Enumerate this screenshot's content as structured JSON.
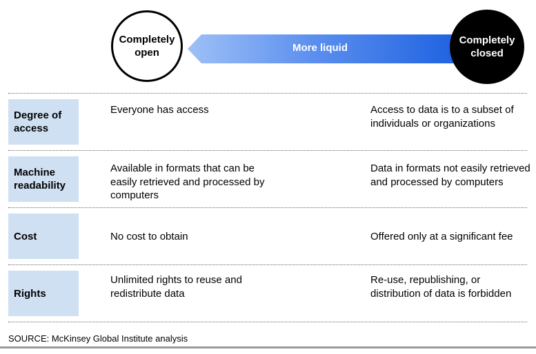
{
  "scale": {
    "left_label": "Completely open",
    "right_label": "Completely closed",
    "arrow_label": "More liquid",
    "arrow_color_start": "#7da9f5",
    "arrow_color_end": "#1f63e0"
  },
  "rows": [
    {
      "label": "Degree of access",
      "open": "Everyone has access",
      "closed": "Access to data is to a subset of individuals or organizations"
    },
    {
      "label": "Machine readability",
      "open": "Available in formats that can be easily retrieved and processed by computers",
      "closed": "Data in formats not easily retrieved and processed by computers"
    },
    {
      "label": "Cost",
      "open": "No cost to obtain",
      "closed": "Offered only at a significant fee"
    },
    {
      "label": "Rights",
      "open": "Unlimited rights to reuse and redistribute data",
      "closed": "Re-use, republishing, or distribution of data is forbidden"
    }
  ],
  "colors": {
    "row_label_bg": "#cfe0f3"
  },
  "source": "SOURCE: McKinsey Global Institute analysis"
}
